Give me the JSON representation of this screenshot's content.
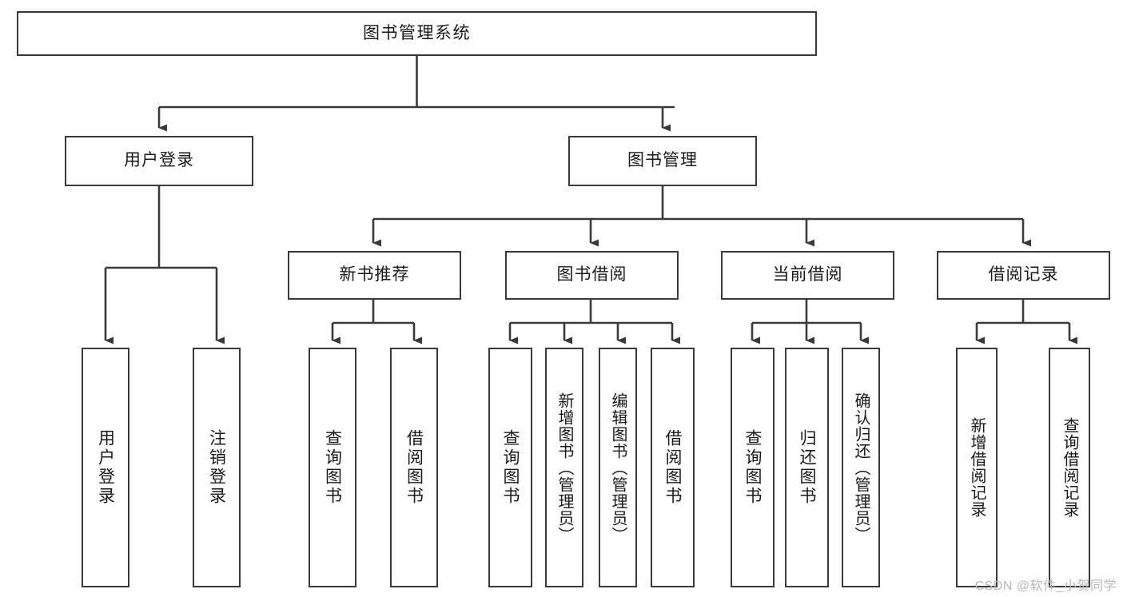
{
  "diagram": {
    "title": "图书管理系统",
    "type": "tree-hierarchy-chart",
    "watermark": "CSDN @软件_小贺同学",
    "colors": {
      "box_border": "#3a3a3a",
      "box_fill": "#ffffff",
      "edge": "#3a3a3a",
      "text": "#1a1a1a",
      "watermark": "#b8b8b8",
      "background": "#ffffff"
    },
    "root": {
      "label": "图书管理系统"
    },
    "level2": [
      {
        "label": "用户登录"
      },
      {
        "label": "图书管理"
      }
    ],
    "level3": [
      {
        "label": "新书推荐"
      },
      {
        "label": "图书借阅"
      },
      {
        "label": "当前借阅"
      },
      {
        "label": "借阅记录"
      }
    ],
    "leaves": {
      "user_login": [
        {
          "label": "用户登录"
        },
        {
          "label": "注销登录"
        }
      ],
      "new_book_recommend": [
        {
          "label": "查询图书"
        },
        {
          "label": "借阅图书"
        }
      ],
      "book_borrow": [
        {
          "label": "查询图书"
        },
        {
          "label": "新增图书（管理员）"
        },
        {
          "label": "编辑图书（管理员）"
        },
        {
          "label": "借阅图书"
        }
      ],
      "current_borrow": [
        {
          "label": "查询图书"
        },
        {
          "label": "归还图书"
        },
        {
          "label": "确认归还（管理员）"
        }
      ],
      "borrow_record": [
        {
          "label": "新增借阅记录"
        },
        {
          "label": "查询借阅记录"
        }
      ]
    }
  }
}
